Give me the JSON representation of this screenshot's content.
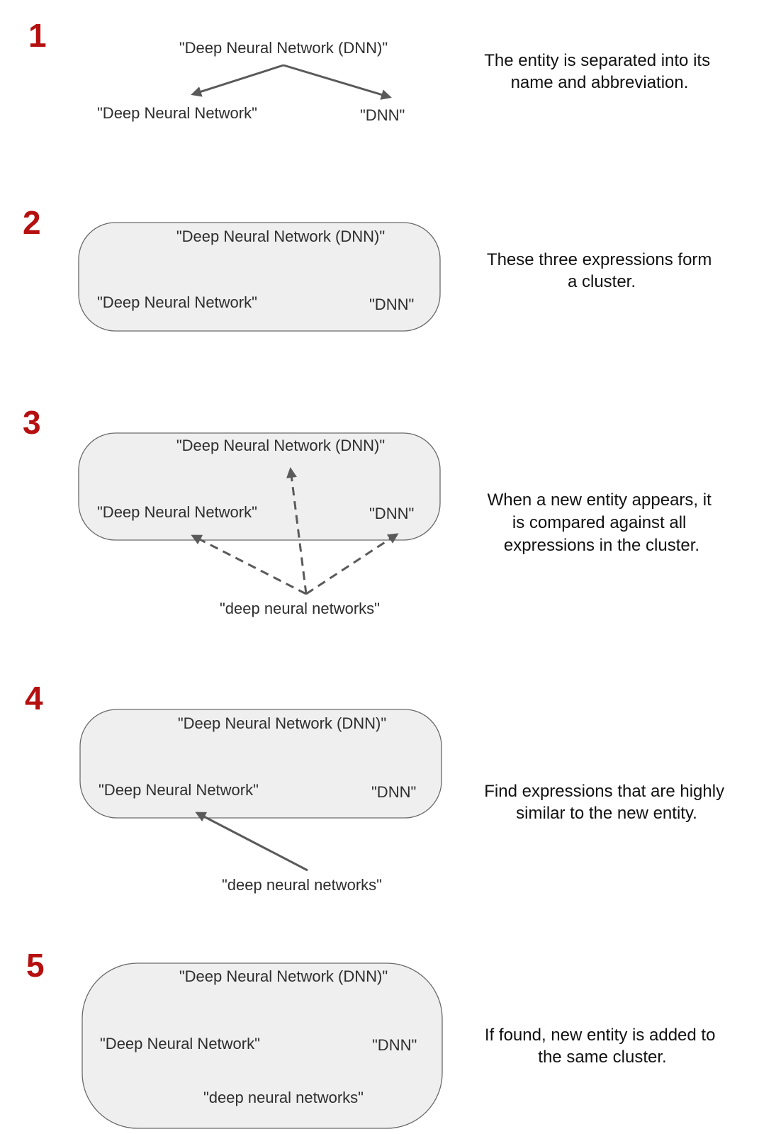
{
  "steps": [
    {
      "number": "1",
      "entity": "\"Deep Neural Network (DNN)\"",
      "name": "\"Deep Neural Network\"",
      "abbreviation": "\"DNN\"",
      "description": [
        "The entity is separated into its",
        "name and abbreviation."
      ]
    },
    {
      "number": "2",
      "entity": "\"Deep Neural Network (DNN)\"",
      "name": "\"Deep Neural Network\"",
      "abbreviation": "\"DNN\"",
      "description": [
        "These three expressions form",
        "a cluster."
      ]
    },
    {
      "number": "3",
      "entity": "\"Deep Neural Network (DNN)\"",
      "name": "\"Deep Neural Network\"",
      "abbreviation": "\"DNN\"",
      "new_entity": "\"deep neural networks\"",
      "description": [
        "When a new entity appears, it",
        "is compared against all",
        "expressions in the cluster."
      ]
    },
    {
      "number": "4",
      "entity": "\"Deep Neural Network (DNN)\"",
      "name": "\"Deep Neural Network\"",
      "abbreviation": "\"DNN\"",
      "new_entity": "\"deep neural networks\"",
      "description": [
        "Find expressions that are highly",
        "similar to the new entity."
      ]
    },
    {
      "number": "5",
      "entity": "\"Deep Neural Network (DNN)\"",
      "name": "\"Deep Neural Network\"",
      "abbreviation": "\"DNN\"",
      "new_entity": "\"deep neural networks\"",
      "description": [
        "If found, new entity is added to",
        "the same cluster."
      ]
    }
  ],
  "colors": {
    "step_number": "#b50f0f",
    "cluster_fill": "#efefef",
    "cluster_stroke": "#6a6a6a",
    "arrow": "#5a5a5a",
    "expression_text": "#2e2e2e",
    "description_text": "#111111"
  }
}
